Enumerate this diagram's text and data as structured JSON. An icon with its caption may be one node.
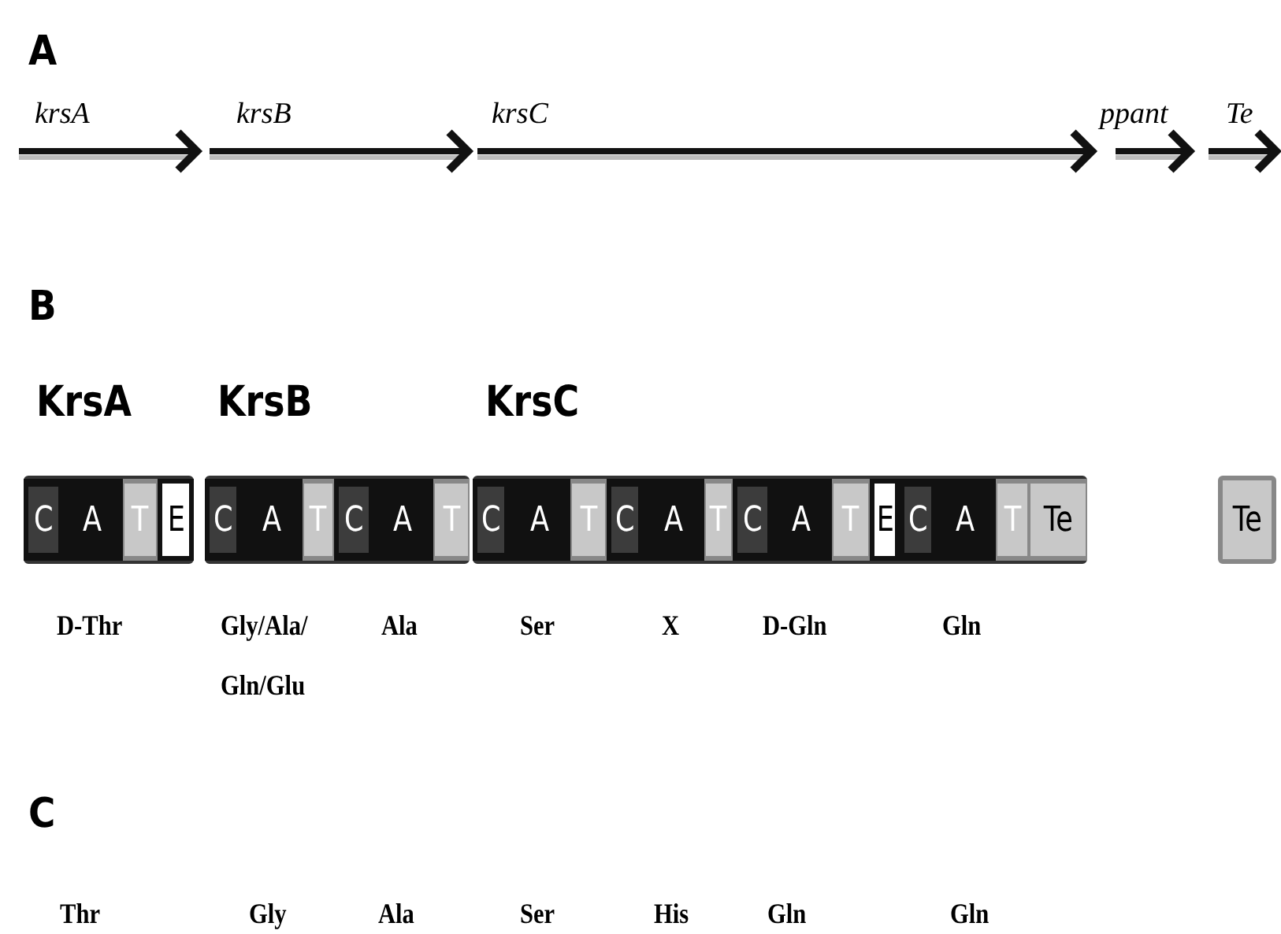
{
  "diagram": {
    "nodes": [
      {
        "text": [
          "KrsA"
        ]
      },
      {
        "text": [
          "C"
        ],
        "in": 0
      },
      {
        "text": [
          "A"
        ],
        "in": 0
      },
      {
        "text": [
          "T"
        ],
        "in": 0
      },
      {
        "text": [
          "E"
        ],
        "in": 0
      },
      {
        "text": [
          "KrsB"
        ]
      },
      {
        "text": [
          "C"
        ],
        "in": 5
      },
      {
        "text": [
          "A"
        ],
        "in": 5
      },
      {
        "text": [
          "T"
        ],
        "in": 5
      },
      {
        "text": [
          "C"
        ],
        "in": 5
      },
      {
        "text": [
          "A"
        ],
        "in": 5
      },
      {
        "text": [
          "T"
        ],
        "in": 5
      },
      {
        "text": [
          "KrsC"
        ]
      },
      {
        "text": [
          "C"
        ],
        "in": 12
      },
      {
        "text": [
          "A"
        ],
        "in": 12
      },
      {
        "text": [
          "T"
        ],
        "in": 12
      },
      {
        "text": [
          "C"
        ],
        "in": 12
      },
      {
        "text": [
          "A"
        ],
        "in": 12
      },
      {
        "text": [
          "T"
        ],
        "in": 12
      },
      {
        "text": [
          "C"
        ],
        "in": 12
      },
      {
        "text": [
          "A"
        ],
        "in": 12
      },
      {
        "text": [
          "T"
        ],
        "in": 12
      },
      {
        "text": [
          "E"
        ],
        "in": 12
      },
      {
        "text": [
          "C"
        ],
        "in": 12
      },
      {
        "text": [
          "A"
        ],
        "in": 12
      },
      {
        "text": [
          "T"
        ],
        "in": 12
      },
      {
        "text": [
          "Te"
        ],
        "in": 12
      },
      {
        "text": [
          "Te"
        ]
      }
    ],
    "labels": [
      "A",
      "krsA",
      "krsB",
      "krsC",
      "ppant",
      "Te",
      "B",
      "D-Thr",
      "Gly/Ala/ Gln/Glu",
      "Ala",
      "Ser",
      "X",
      "D-Gln",
      "Gln",
      "C",
      "Thr",
      "Gly",
      "Ala",
      "Ser",
      "His",
      "Gln",
      "Gln"
    ]
  }
}
